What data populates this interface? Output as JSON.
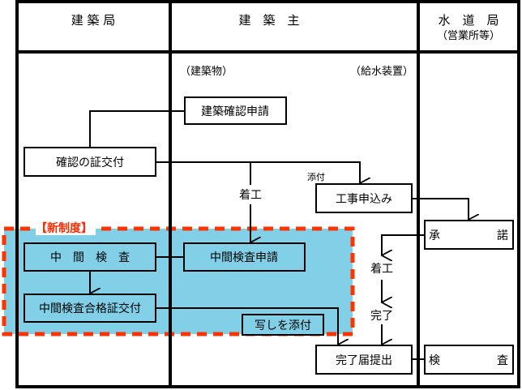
{
  "colors": {
    "line": "#000000",
    "new_system_fill": "#82d0e8",
    "new_system_border": "#ff3300",
    "new_system_label": "#ff2a00",
    "background": "#ffffff"
  },
  "headers": {
    "building_bureau": "建 築 局",
    "owner": "建　築　主",
    "waterworks": "水　道　局",
    "waterworks_sub": "（営業所等）"
  },
  "subheaders": {
    "building": "（建築物）",
    "water_supply": "（給水装置）"
  },
  "new_system_label": "【新制度】",
  "boxes": {
    "confirmation_application": "建築確認申請",
    "confirmation_issue": "確認の証交付",
    "construction_application": "工事申込み",
    "approval": "承　　　　　諾",
    "interim_inspection": "中　間　検　査",
    "interim_inspection_application": "中間検査申請",
    "interim_certificate_issue": "中間検査合格証交付",
    "attach_copy": "写しを添付",
    "completion_report": "完了届提出",
    "inspection": "検　　　　　査"
  },
  "labels": {
    "attach": "添付",
    "start_construction_owner": "着工",
    "start_construction_water": "着工",
    "completion": "完了"
  }
}
